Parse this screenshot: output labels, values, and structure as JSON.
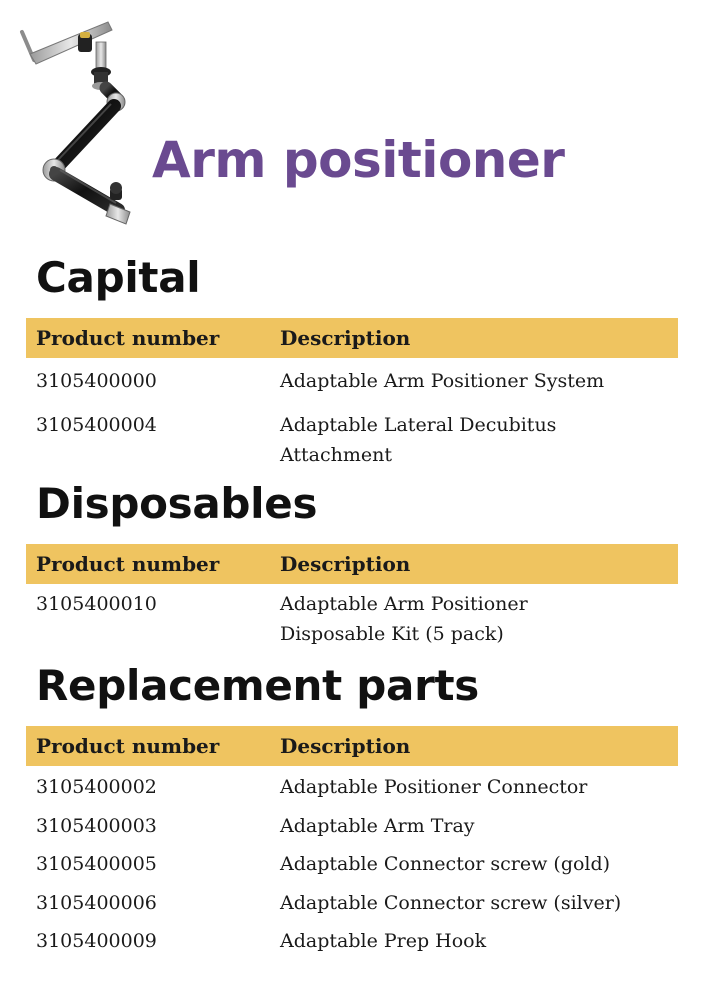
{
  "title": "Arm positioner",
  "hero_image": "arm-positioner-device-icon",
  "colors": {
    "title": "#6a4a90",
    "header_band": "#efc460",
    "text": "#1a1a1a"
  },
  "columns": {
    "product_number": "Product number",
    "description": "Description"
  },
  "sections": [
    {
      "heading": "Capital",
      "rows": [
        {
          "number": "3105400000",
          "description": [
            "Adaptable Arm Positioner System"
          ]
        },
        {
          "number": "3105400004",
          "description": [
            "Adaptable Lateral Decubitus",
            "Attachment"
          ]
        }
      ]
    },
    {
      "heading": "Disposables",
      "rows": [
        {
          "number": "3105400010",
          "description": [
            "Adaptable Arm Positioner",
            "Disposable Kit (5 pack)"
          ]
        }
      ]
    },
    {
      "heading": "Replacement parts",
      "rows": [
        {
          "number": "3105400002",
          "description": [
            "Adaptable Positioner Connector"
          ]
        },
        {
          "number": "3105400003",
          "description": [
            "Adaptable Arm Tray"
          ]
        },
        {
          "number": "3105400005",
          "description": [
            "Adaptable Connector screw (gold)"
          ]
        },
        {
          "number": "3105400006",
          "description": [
            "Adaptable Connector screw (silver)"
          ]
        },
        {
          "number": "3105400009",
          "description": [
            "Adaptable Prep Hook"
          ]
        }
      ]
    }
  ]
}
